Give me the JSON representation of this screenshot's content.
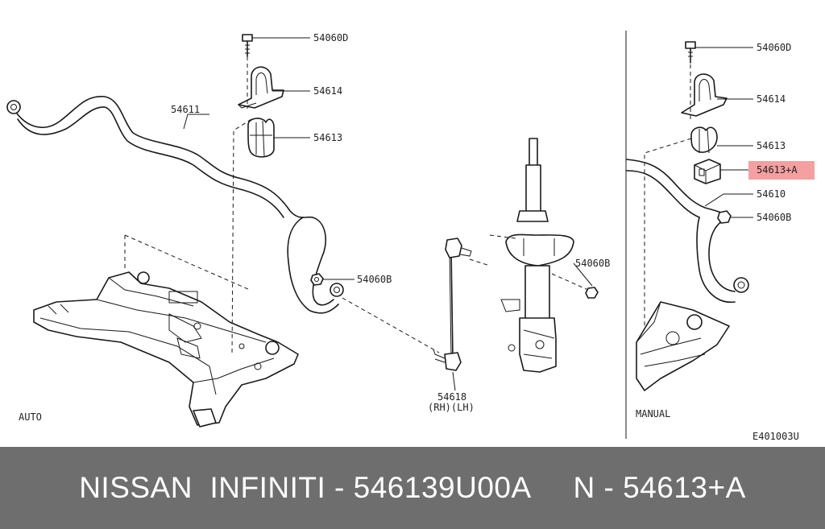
{
  "diagram": {
    "labels": {
      "bolt_auto": "54060D",
      "bracket_auto": "54614",
      "bushing_auto": "54613",
      "stabilizer_auto": "54611",
      "nut_auto": "54060B",
      "link_rod": "54618",
      "link_rod_side": "(RH)(LH)",
      "nut_strut": "54060B",
      "variant_auto": "AUTO",
      "bolt_manual": "54060D",
      "bracket_manual": "54614",
      "bushing_manual": "54613",
      "bushing_manual_a": "54613+A",
      "stabilizer_manual": "54610",
      "nut_manual": "54060B",
      "variant_manual": "MANUAL",
      "drawing_code": "E401003U"
    },
    "highlight_color": "#f4a0a0"
  },
  "footer": {
    "text": "NISSAN  INFINITI - 546139U00A     N - 54613+A"
  }
}
